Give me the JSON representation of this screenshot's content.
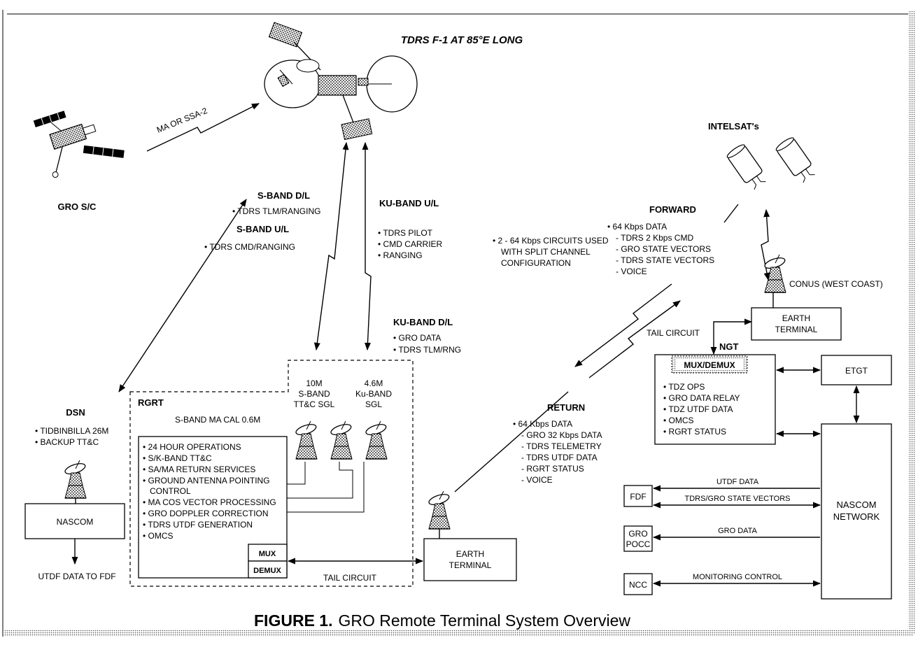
{
  "title": "TDRS F-1 AT 85°E LONG",
  "caption": {
    "label": "FIGURE 1.",
    "text": "GRO Remote Terminal System Overview"
  },
  "spacecraft": {
    "gro": "GRO S/C",
    "intelsat": "INTELSAT's",
    "link_ma": "MA OR SSA-2"
  },
  "sband_dl": {
    "heading": "S-BAND D/L",
    "items": [
      "• TDRS TLM/RANGING"
    ]
  },
  "sband_ul": {
    "heading": "S-BAND U/L",
    "items": [
      "• TDRS CMD/RANGING"
    ]
  },
  "kuband_ul": {
    "heading": "KU-BAND U/L",
    "items": [
      "• TDRS PILOT",
      "• CMD CARRIER",
      "• RANGING"
    ]
  },
  "kuband_dl": {
    "heading": "KU-BAND D/L",
    "items": [
      "• GRO DATA",
      "• TDRS TLM/RNG"
    ]
  },
  "forward": {
    "heading": "FORWARD",
    "items": [
      "• 64 Kbps DATA",
      "- TDRS 2 Kbps CMD",
      "- GRO STATE VECTORS",
      "- TDRS STATE VECTORS",
      "- VOICE"
    ]
  },
  "circuits_note": [
    "• 2 - 64 Kbps CIRCUITS USED",
    "WITH SPLIT CHANNEL",
    "CONFIGURATION"
  ],
  "return": {
    "heading": "RETURN",
    "items": [
      "• 64 Kbps DATA",
      "- GRO 32 Kbps DATA",
      "- TDRS TELEMETRY",
      "- TDRS UTDF DATA",
      "- RGRT STATUS",
      "- VOICE"
    ]
  },
  "dsn": {
    "heading": "DSN",
    "items": [
      "• TIDBINBILLA 26M",
      "• BACKUP TT&C"
    ],
    "nascom": "NASCOM",
    "utdf": "UTDF DATA TO FDF"
  },
  "rgrt": {
    "label": "RGRT",
    "cal": "S-BAND MA CAL 0.6M",
    "ant10": [
      "10M",
      "S-BAND",
      "TT&C SGL"
    ],
    "ant46": [
      "4.6M",
      "Ku-BAND",
      "SGL"
    ],
    "functions": [
      "• 24 HOUR OPERATIONS",
      "• S/K-BAND TT&C",
      "• SA/MA RETURN SERVICES",
      "• GROUND ANTENNA POINTING",
      "CONTROL",
      "• MA COS VECTOR PROCESSING",
      "• GRO DOPPLER CORRECTION",
      "• TDRS UTDF GENERATION",
      "• OMCS"
    ],
    "mux": "MUX",
    "demux": "DEMUX",
    "tail": "TAIL CIRCUIT"
  },
  "earth_terminal_left": [
    "EARTH",
    "TERMINAL"
  ],
  "conus": "CONUS (WEST COAST)",
  "earth_terminal_right": [
    "EARTH",
    "TERMINAL"
  ],
  "tail_right": "TAIL CIRCUIT",
  "ngt": {
    "label": "NGT",
    "muxdemux": "MUX/DEMUX",
    "items": [
      "• TDZ OPS",
      "• GRO DATA RELAY",
      "• TDZ UTDF DATA",
      "• OMCS",
      "• RGRT STATUS"
    ]
  },
  "etgt": "ETGT",
  "nascom_network": [
    "NASCOM",
    "NETWORK"
  ],
  "fdf": "FDF",
  "gro_pocc": [
    "GRO",
    "POCC"
  ],
  "ncc": "NCC",
  "links": {
    "utdf": "UTDF DATA",
    "vectors": "TDRS/GRO STATE VECTORS",
    "gro_data": "GRO DATA",
    "monitoring": "MONITORING CONTROL"
  }
}
